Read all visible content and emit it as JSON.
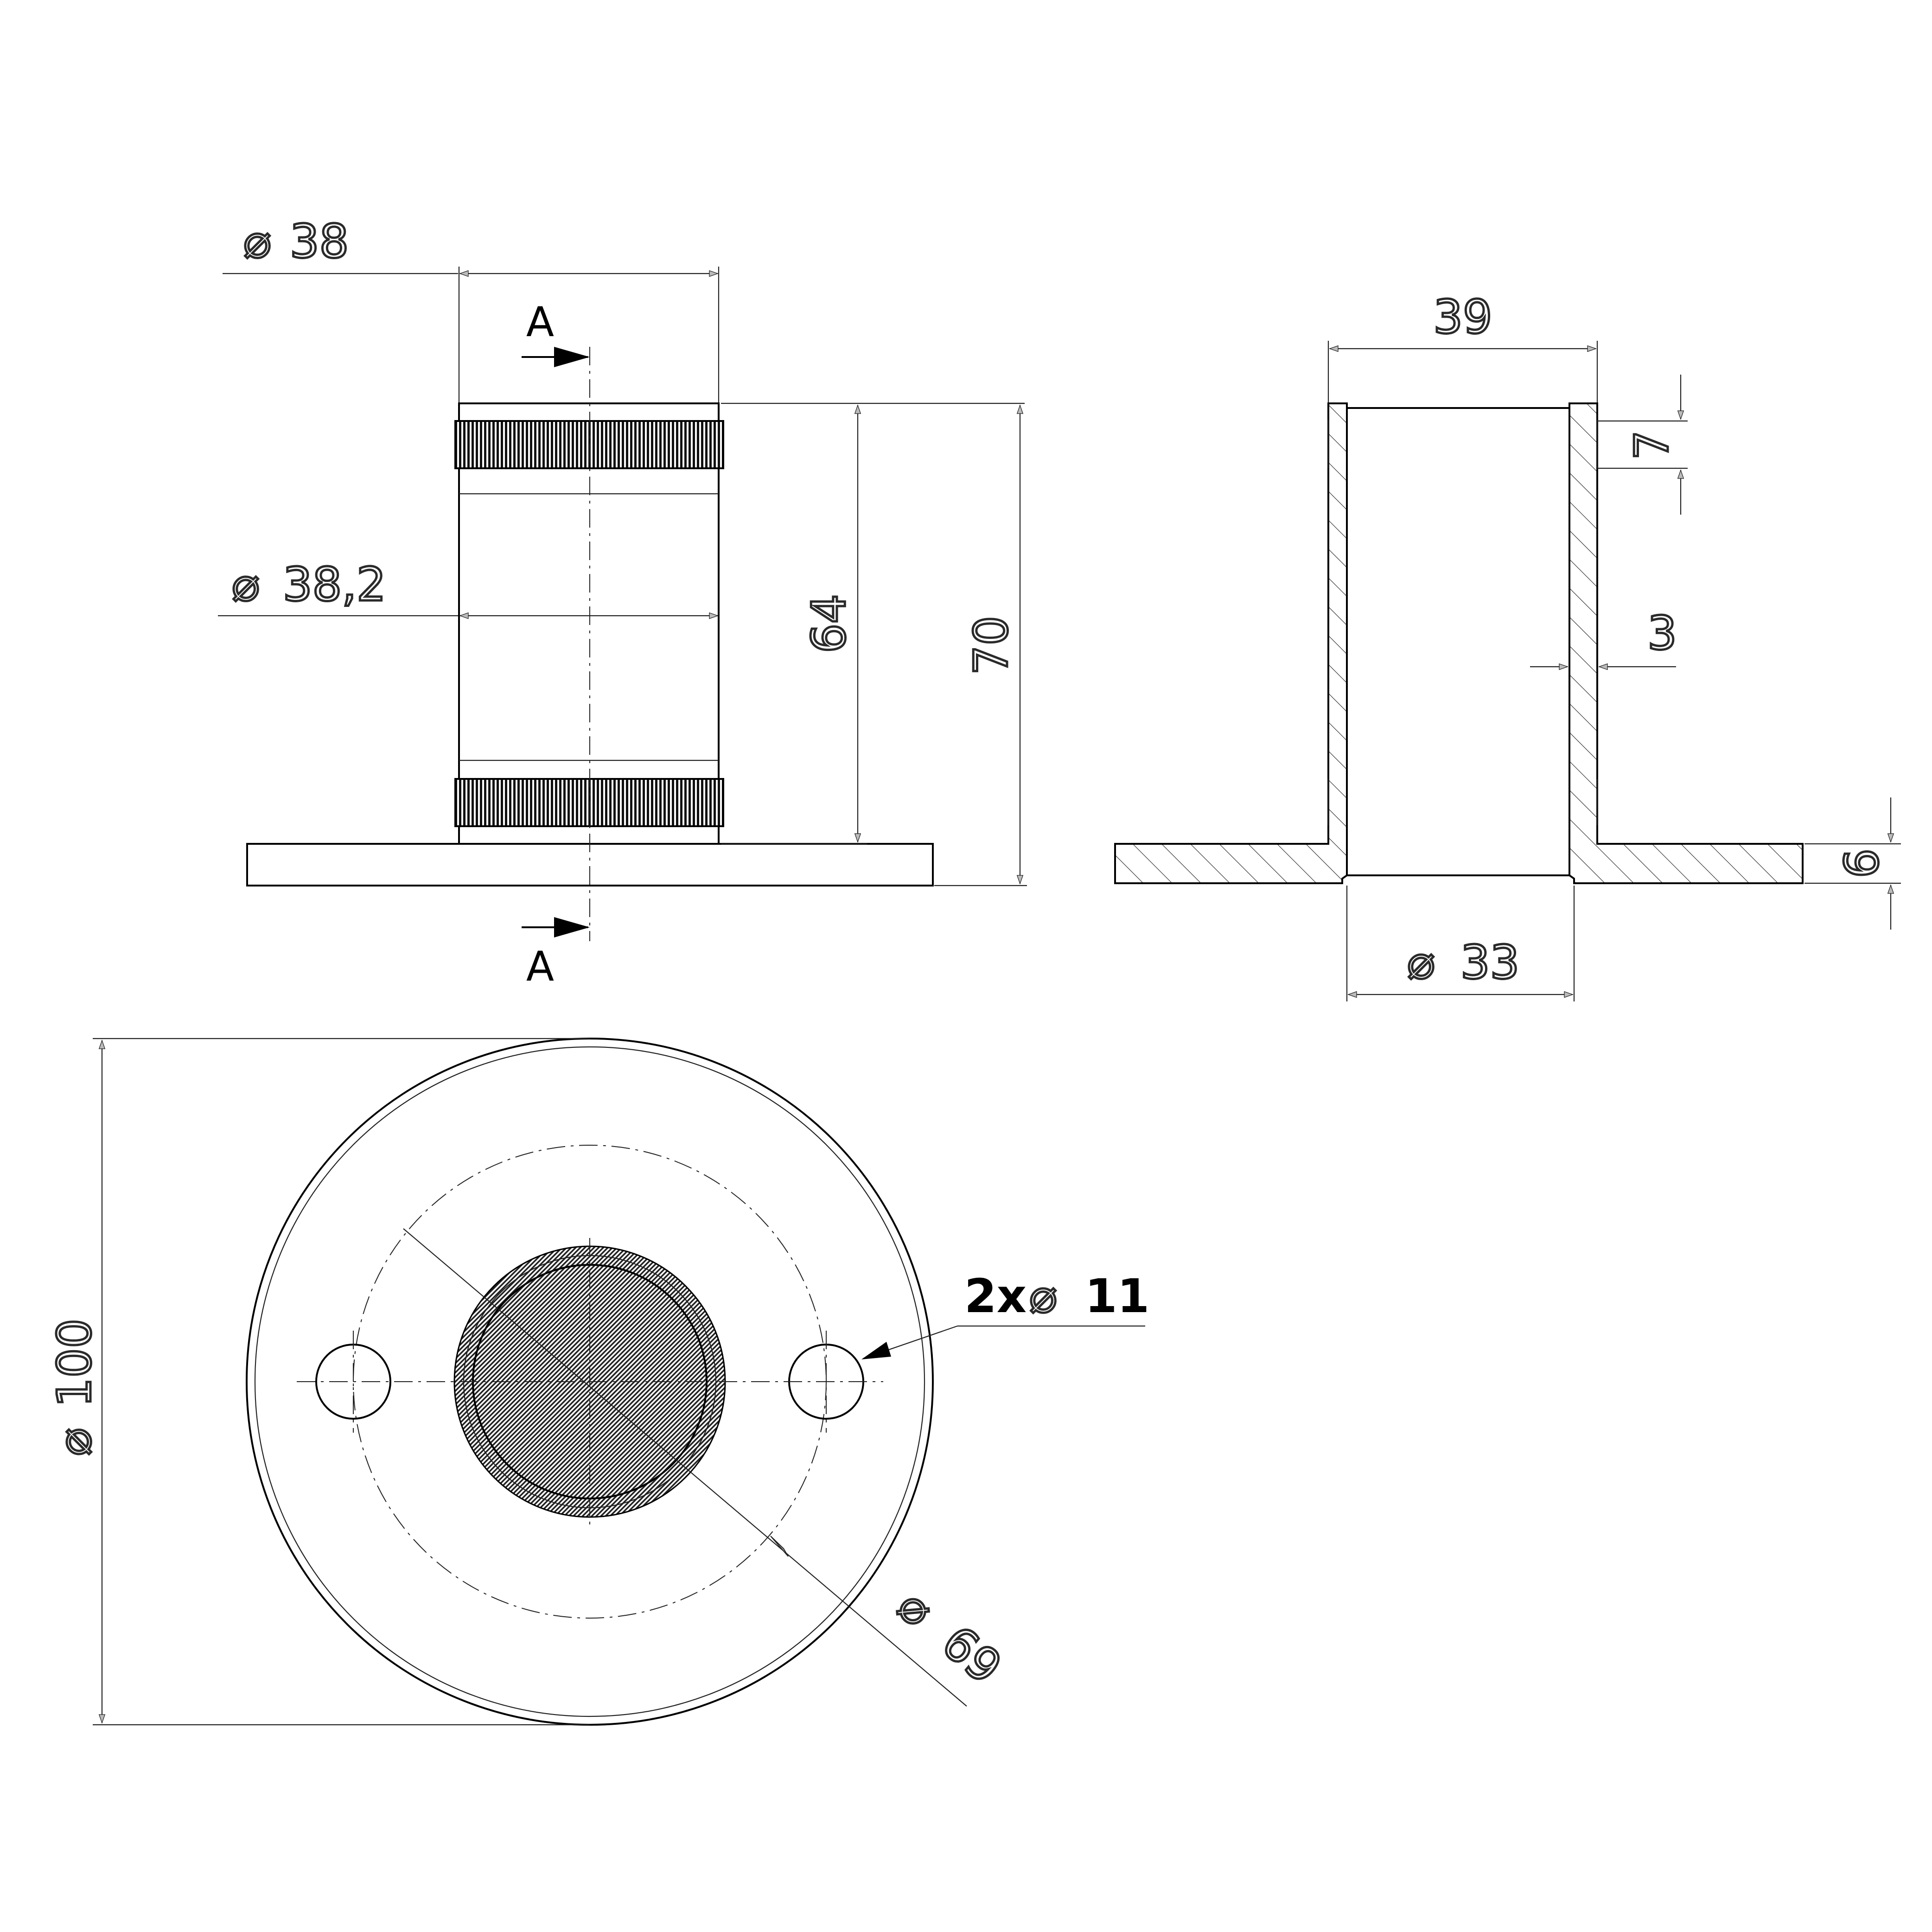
{
  "front_view": {
    "diameter_top": "38",
    "diameter_mid": "38,2",
    "height_inner": "64",
    "height_total": "70",
    "section_mark_top": "A",
    "section_mark_bottom": "A"
  },
  "section_view": {
    "width_top": "39",
    "recess_depth": "7",
    "wall_thickness": "3",
    "plate_thickness": "6",
    "bore_diameter": "33"
  },
  "top_view": {
    "flange_diameter": "100",
    "hole_callout": "2x",
    "hole_diameter": "11",
    "bolt_circle": "69"
  },
  "symbols": {
    "diameter": "⌀"
  }
}
